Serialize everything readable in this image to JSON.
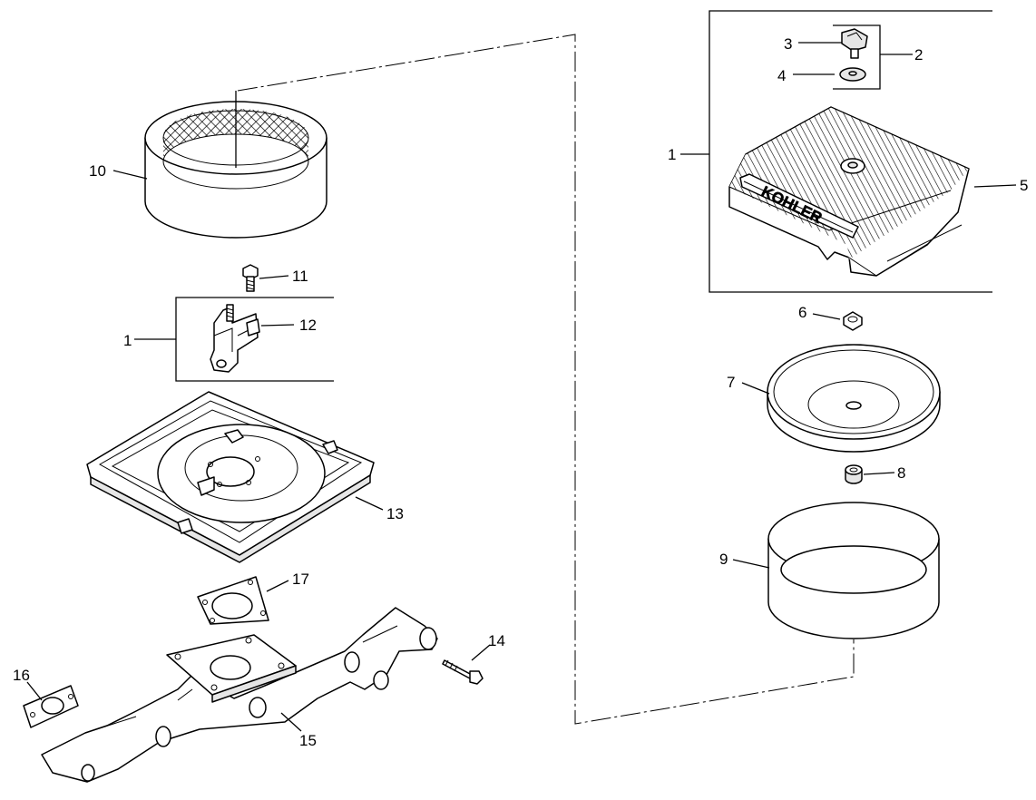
{
  "diagram": {
    "brand_text": "KOHLER",
    "callouts": [
      {
        "id": "c1a",
        "label": "1",
        "part": "air-cleaner-cover-assembly"
      },
      {
        "id": "c2",
        "label": "2",
        "part": "knob-and-washer-set"
      },
      {
        "id": "c3",
        "label": "3",
        "part": "knob"
      },
      {
        "id": "c4",
        "label": "4",
        "part": "washer"
      },
      {
        "id": "c5",
        "label": "5",
        "part": "air-cleaner-cover"
      },
      {
        "id": "c6",
        "label": "6",
        "part": "nut"
      },
      {
        "id": "c7",
        "label": "7",
        "part": "element-cover"
      },
      {
        "id": "c8",
        "label": "8",
        "part": "seal"
      },
      {
        "id": "c9",
        "label": "9",
        "part": "paper-element"
      },
      {
        "id": "c10",
        "label": "10",
        "part": "precleaner"
      },
      {
        "id": "c11",
        "label": "11",
        "part": "screw"
      },
      {
        "id": "c1b",
        "label": "1",
        "part": "bracket-assembly"
      },
      {
        "id": "c12",
        "label": "12",
        "part": "bracket"
      },
      {
        "id": "c13",
        "label": "13",
        "part": "air-cleaner-base"
      },
      {
        "id": "c14",
        "label": "14",
        "part": "bolt"
      },
      {
        "id": "c15",
        "label": "15",
        "part": "intake-manifold"
      },
      {
        "id": "c16",
        "label": "16",
        "part": "manifold-gasket"
      },
      {
        "id": "c17",
        "label": "17",
        "part": "base-gasket"
      }
    ]
  }
}
